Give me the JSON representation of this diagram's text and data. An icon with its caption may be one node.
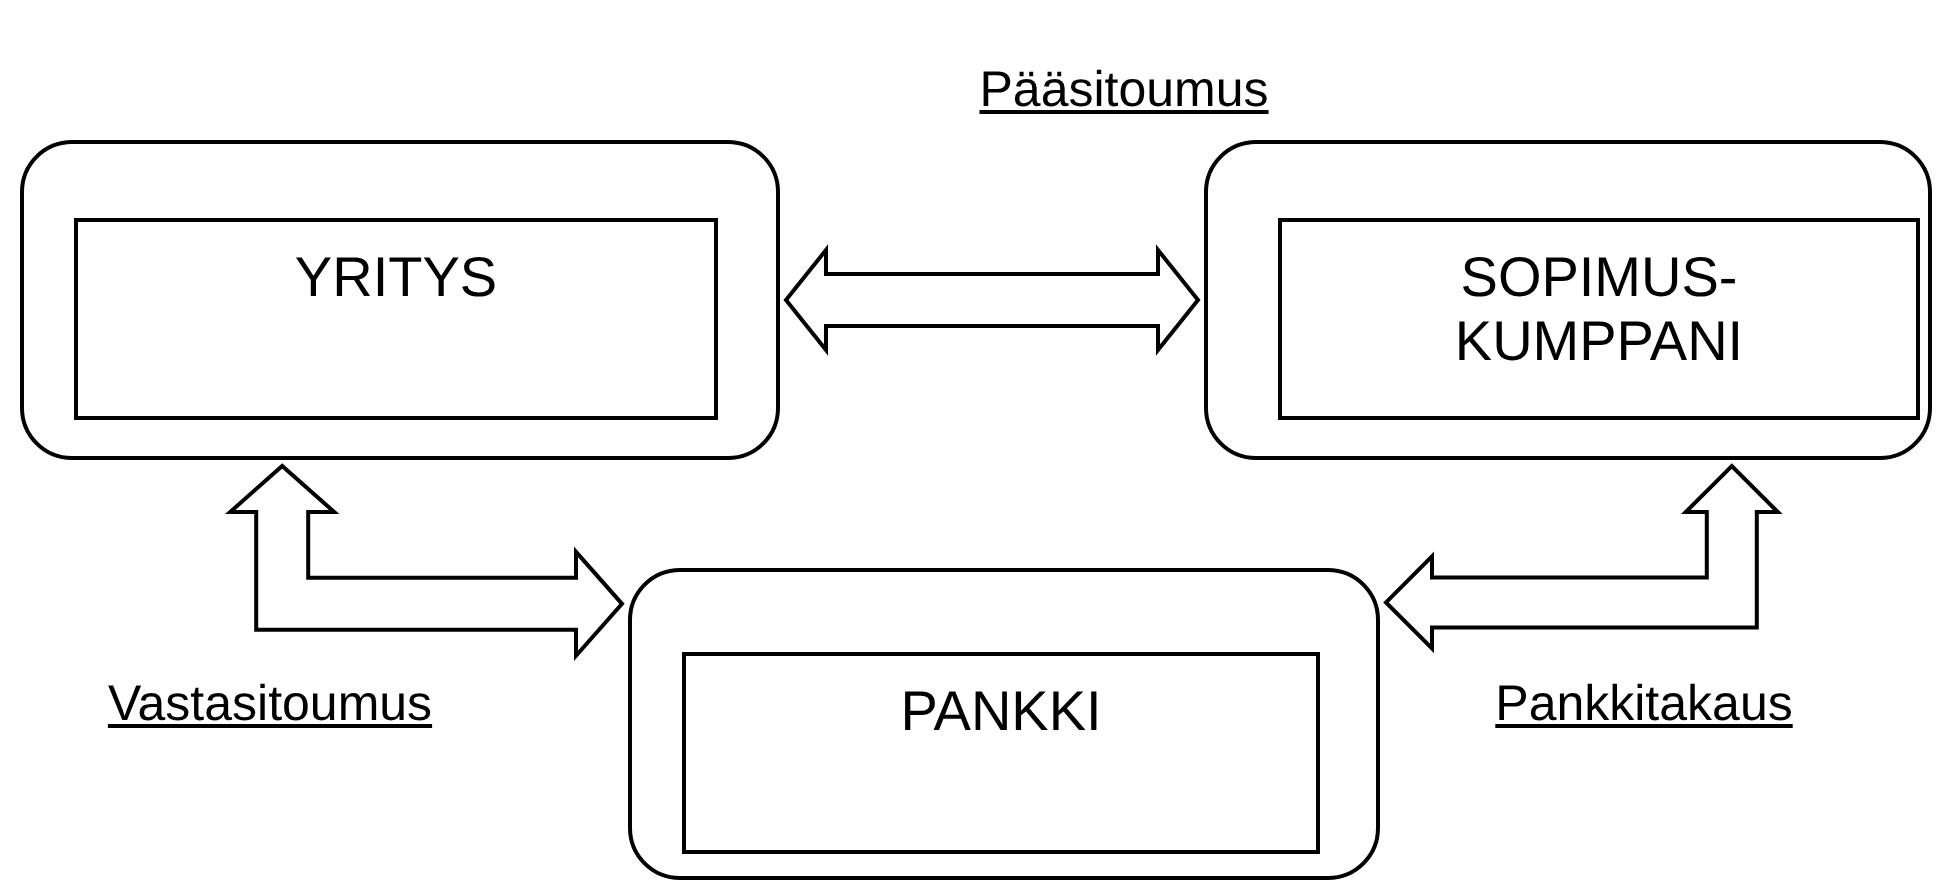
{
  "diagram": {
    "nodes": [
      {
        "text": [],
        "shape": "box"
      },
      {
        "text": [
          "YRITYS"
        ],
        "in": 0
      },
      {
        "text": [],
        "shape": "box"
      },
      {
        "text": [
          "SOPIMUS- KUMPPANI"
        ],
        "in": 2
      },
      {
        "text": [],
        "shape": "box"
      },
      {
        "text": [
          "PANKKI"
        ],
        "in": 4
      }
    ],
    "edges": [
      {
        "from": 0,
        "to": 2,
        "arrow": "both"
      },
      {
        "from": 0,
        "to": 4,
        "arrow": "both"
      },
      {
        "from": 2,
        "to": 4,
        "arrow": "both"
      }
    ],
    "labels": [
      "Pääsitoumus",
      "Vastasitoumus",
      "Pankkitakaus"
    ]
  }
}
